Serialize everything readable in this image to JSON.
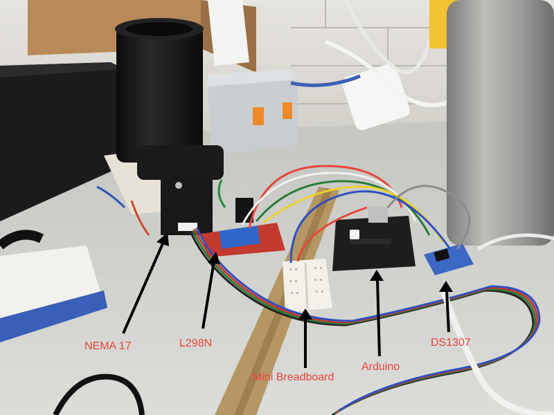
{
  "labels": {
    "nema17": "NEMA 17",
    "l298n": "L298N",
    "mini_breadboard": "Mini Breadboard",
    "arduino": "Arduino",
    "ds1307": "DS1307"
  },
  "colors": {
    "annotation_text": "#e8453c",
    "arrows": "#000000",
    "desk": "#d4d5d1",
    "motor": "#151515",
    "l298n_board": "#c33a2e",
    "l298n_module": "#2f67c8",
    "arduino_board": "#1d1d1d",
    "ds1307_board": "#3c67c4",
    "breadboard": "#f3f1ea",
    "wood_strip": "#b59763",
    "steel_bottle": "#a2a3a1"
  }
}
